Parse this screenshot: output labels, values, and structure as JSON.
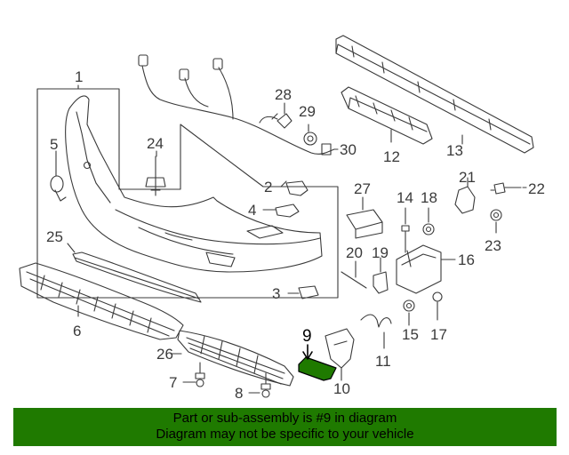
{
  "diagram": {
    "callouts": [
      "1",
      "2",
      "3",
      "4",
      "5",
      "6",
      "7",
      "8",
      "9",
      "10",
      "11",
      "12",
      "13",
      "14",
      "15",
      "16",
      "17",
      "18",
      "19",
      "20",
      "21",
      "22",
      "23",
      "24",
      "25",
      "26",
      "27",
      "28",
      "29",
      "30"
    ]
  },
  "footer": {
    "line1": "Part or sub-assembly is #9 in diagram",
    "line2": "Diagram may not be specific to your vehicle",
    "background": "#1f7a00"
  },
  "colors": {
    "highlight_part": "#1f7a00",
    "line": "#3a3a3a"
  }
}
